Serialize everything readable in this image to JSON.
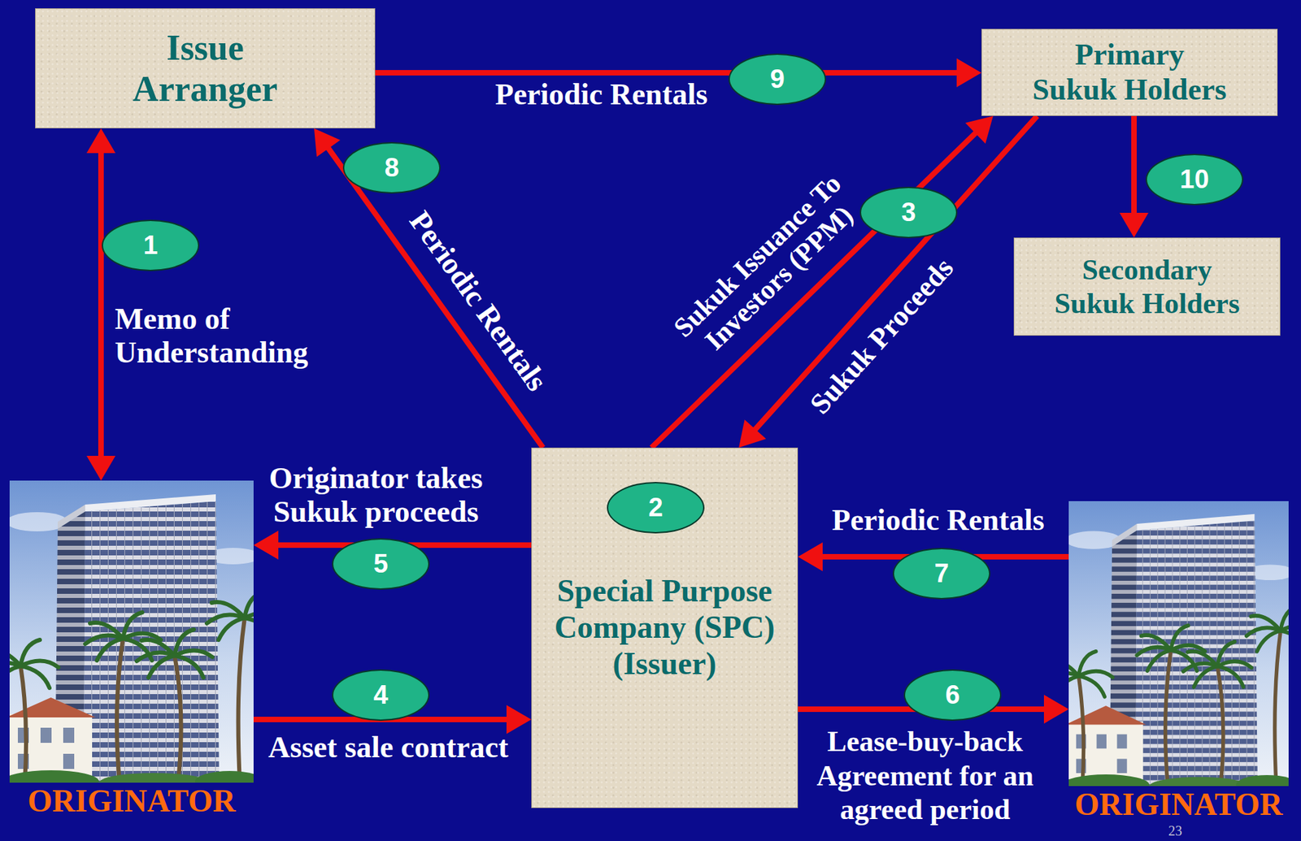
{
  "diagram": {
    "nodes": [
      {
        "text": [
          "Issue Arranger"
        ]
      },
      {
        "text": [
          "Primary Sukuk Holders"
        ]
      },
      {
        "text": [
          "Secondary Sukuk Holders"
        ]
      },
      {
        "text": [
          "ORIGINATOR"
        ]
      },
      {
        "text": [
          "Special Purpose Company (SPC) (Issuer)"
        ]
      },
      {
        "text": [
          "ORIGINATOR"
        ]
      }
    ],
    "edges": [
      {
        "from": 0,
        "to": 3,
        "label": "Memo of Understanding",
        "arrow": "both"
      },
      {
        "from": 4,
        "to": 1,
        "label": "Sukuk Issuance To Investors (PPM)",
        "arrow": "to"
      },
      {
        "from": 1,
        "to": 4,
        "label": "Sukuk Proceeds",
        "arrow": "to"
      },
      {
        "from": 3,
        "to": 4,
        "label": "Asset sale contract",
        "arrow": "to"
      },
      {
        "from": 4,
        "to": 3,
        "label": "Originator takes Sukuk proceeds",
        "arrow": "to"
      },
      {
        "from": 4,
        "to": 5,
        "label": "Lease-buy-back Agreement for an agreed period",
        "arrow": "to"
      },
      {
        "from": 5,
        "to": 4,
        "label": "Periodic Rentals",
        "arrow": "to"
      },
      {
        "from": 4,
        "to": 0,
        "label": "Periodic Rentals",
        "arrow": "to"
      },
      {
        "from": 0,
        "to": 1,
        "label": "Periodic Rentals",
        "arrow": "to"
      },
      {
        "from": 1,
        "to": 2,
        "arrow": "to"
      }
    ],
    "labels": [
      "1",
      "2",
      "3",
      "4",
      "5",
      "6",
      "7",
      "8",
      "9",
      "10",
      "23"
    ]
  }
}
